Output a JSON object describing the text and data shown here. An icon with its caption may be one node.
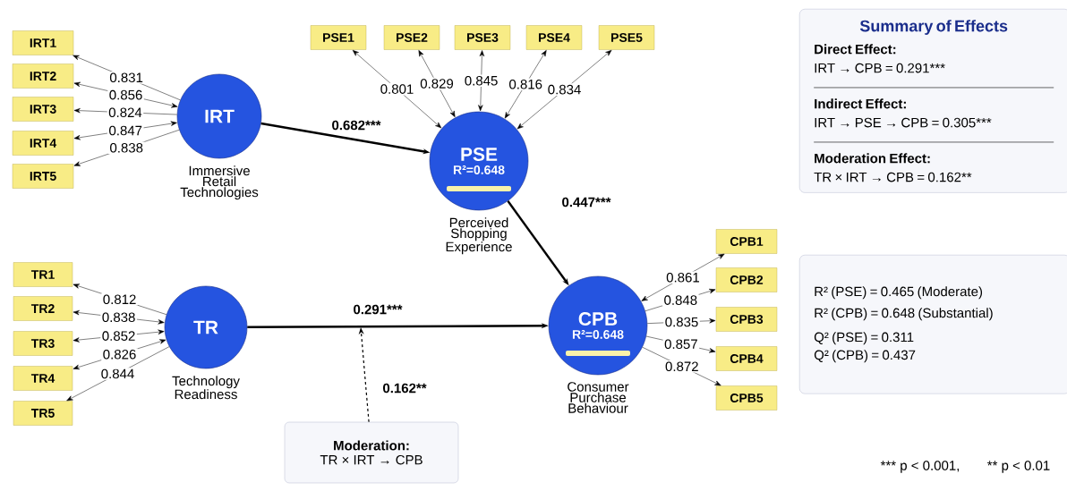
{
  "diagram": {
    "nodes": [
      {
        "text": [
          "IRT"
        ],
        "beside": [
          "Immersive Retail Technologies"
        ]
      },
      {
        "text": [
          "PSE",
          "R²=0.648"
        ],
        "beside": [
          "Perceived Shopping Experience"
        ]
      },
      {
        "text": [
          "TR"
        ],
        "beside": [
          "Technology Readiness"
        ]
      },
      {
        "text": [
          "CPB",
          "R²=0.648"
        ],
        "beside": [
          "Consumer Purchase Behaviour"
        ]
      },
      {
        "text": [
          "Moderation:",
          "TR × IRT → CPB"
        ]
      },
      {
        "text": [
          "IRT1"
        ]
      },
      {
        "text": [
          "IRT2"
        ]
      },
      {
        "text": [
          "IRT3"
        ]
      },
      {
        "text": [
          "IRT4"
        ]
      },
      {
        "text": [
          "IRT5"
        ]
      },
      {
        "text": [
          "PSE1"
        ]
      },
      {
        "text": [
          "PSE2"
        ]
      },
      {
        "text": [
          "PSE3"
        ]
      },
      {
        "text": [
          "PSE4"
        ]
      },
      {
        "text": [
          "PSE5"
        ]
      },
      {
        "text": [
          "TR1"
        ]
      },
      {
        "text": [
          "TR2"
        ]
      },
      {
        "text": [
          "TR3"
        ]
      },
      {
        "text": [
          "TR4"
        ]
      },
      {
        "text": [
          "TR5"
        ]
      },
      {
        "text": [
          "CPB1"
        ]
      },
      {
        "text": [
          "CPB2"
        ]
      },
      {
        "text": [
          "CPB3"
        ]
      },
      {
        "text": [
          "CPB4"
        ]
      },
      {
        "text": [
          "CPB5"
        ]
      },
      {
        "text": [
          "Summary of Effects",
          "Direct Effect:",
          "IRT → CPB = 0.291***",
          "Indirect Effect:",
          "IRT → PSE → CPB = 0.305***",
          "Moderation Effect:",
          "TR × IRT → CPB = 0.162**"
        ]
      },
      {
        "text": [
          "R² (PSE) = 0.465 (Moderate)",
          "R² (CPB) = 0.648 (Substantial)",
          "Q² (PSE) = 0.311",
          "Q² (CPB) = 0.437"
        ]
      }
    ],
    "edges": [
      {
        "from": 0,
        "to": 1,
        "arrow": "to",
        "label": "0.682***",
        "style": "thick"
      },
      {
        "from": 1,
        "to": 3,
        "arrow": "to",
        "label": "0.447***",
        "style": "thick"
      },
      {
        "from": 2,
        "to": 3,
        "arrow": "to",
        "label": "0.291***",
        "style": "thick"
      },
      {
        "from": 4,
        "to": null,
        "arrow": "to",
        "label": "0.162**",
        "style": "dashed"
      },
      {
        "from": 0,
        "to": 5,
        "arrow": "to",
        "label": "0.831"
      },
      {
        "from": 0,
        "to": 6,
        "arrow": "both",
        "label": "0.856"
      },
      {
        "from": 0,
        "to": 7,
        "arrow": "to",
        "label": "0.824"
      },
      {
        "from": 0,
        "to": 8,
        "arrow": "both",
        "label": "0.847"
      },
      {
        "from": 0,
        "to": 9,
        "arrow": "to",
        "label": "0.838"
      },
      {
        "from": 1,
        "to": 10,
        "arrow": "both",
        "label": "0.801"
      },
      {
        "from": 1,
        "to": 11,
        "arrow": "both",
        "label": "0.829"
      },
      {
        "from": 1,
        "to": 12,
        "arrow": "both",
        "label": "0.845"
      },
      {
        "from": 1,
        "to": 13,
        "arrow": "both",
        "label": "0.816"
      },
      {
        "from": 1,
        "to": 14,
        "arrow": "both",
        "label": "0.834"
      },
      {
        "from": 2,
        "to": 15,
        "arrow": "to",
        "label": "0.812"
      },
      {
        "from": 2,
        "to": 16,
        "arrow": "both",
        "label": "0.838"
      },
      {
        "from": 2,
        "to": 17,
        "arrow": "both",
        "label": "0.852"
      },
      {
        "from": 2,
        "to": 18,
        "arrow": "both",
        "label": "0.826"
      },
      {
        "from": 2,
        "to": 19,
        "arrow": "to",
        "label": "0.844"
      },
      {
        "from": 3,
        "to": 20,
        "arrow": "both",
        "label": "0.861"
      },
      {
        "from": 3,
        "to": 21,
        "arrow": "to",
        "label": "0.848"
      },
      {
        "from": 3,
        "to": 22,
        "arrow": "to",
        "label": "0.835"
      },
      {
        "from": 3,
        "to": 23,
        "arrow": "to",
        "label": "0.857"
      },
      {
        "from": 3,
        "to": 24,
        "arrow": "to",
        "label": "0.872"
      }
    ],
    "labels": [
      "*** p < 0.001,",
      "** p < 0.01"
    ]
  }
}
